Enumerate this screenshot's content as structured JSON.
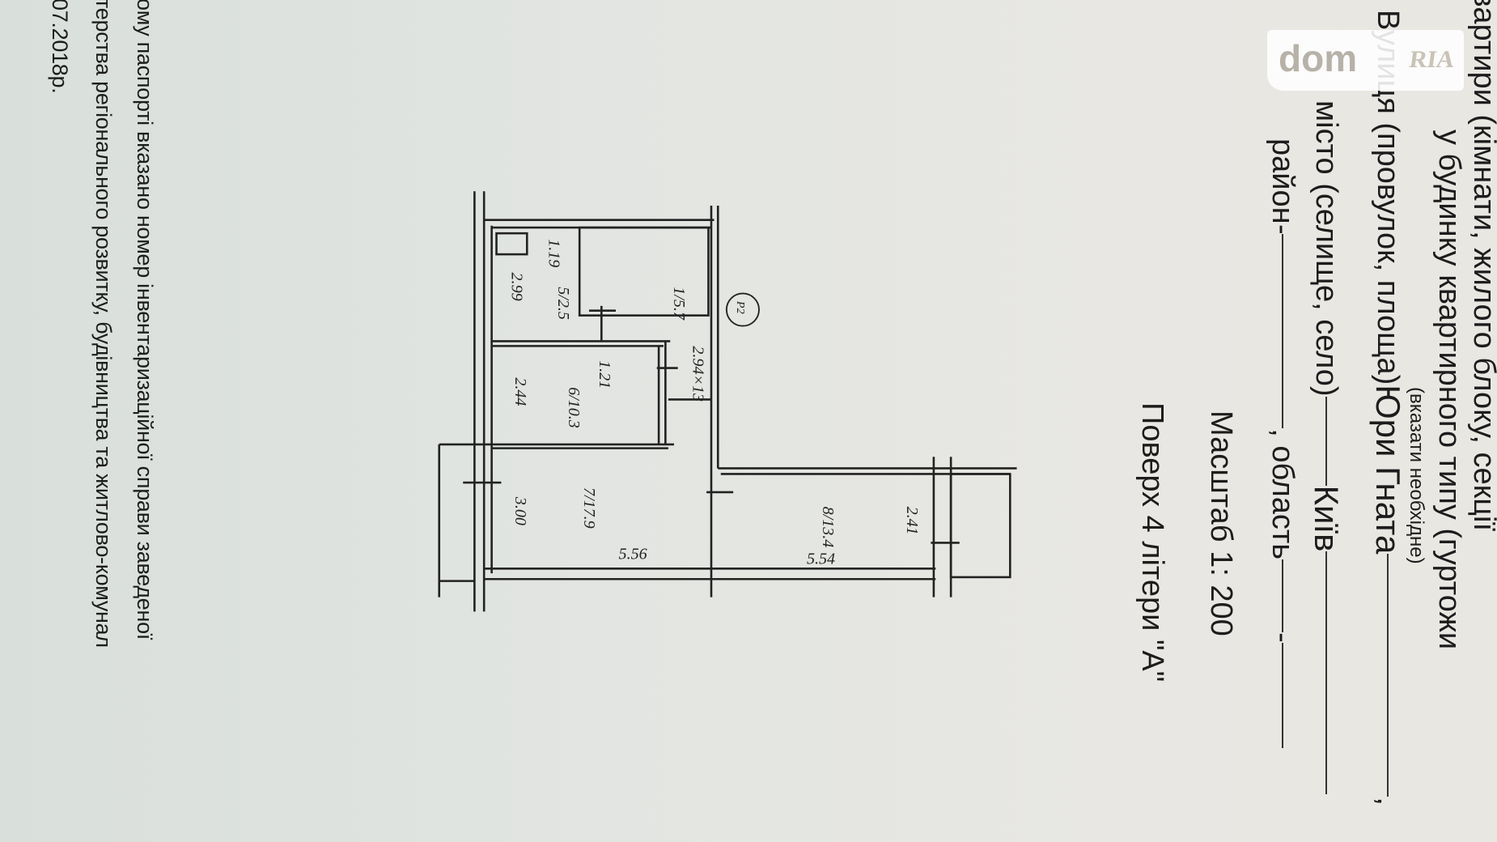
{
  "header": {
    "title_line1": "квартири (кімнати, жилого блоку, секції",
    "title_line2": "у будинку квартирного типу (гуртожи",
    "hint": "(вказати необхідне)"
  },
  "address": {
    "street_label": "Вулиця (провулок, площа)",
    "street_value": "Юри Гната",
    "city_label": "місто (селище, село)",
    "city_value": "Київ",
    "district_label": "район",
    "district_value": "-",
    "region_label": ", область",
    "region_value": "-"
  },
  "plan": {
    "scale": "Масштаб 1: 200",
    "floor": "Поверх 4 літери \"А\"",
    "labels": {
      "r5_dim": "2.99",
      "r5_w": "1.19",
      "r5": "5/2.5",
      "r1": "1/5.7",
      "corridor": "2.94×13",
      "marker": "Р2",
      "r6_w": "1.21",
      "r6_dim": "2.44",
      "r6": "6/10.3",
      "r7_dim": "3.00",
      "r7": "7/17.9",
      "r7_len": "5.56",
      "r8": "8/13.4",
      "r8_len": "5.54",
      "r8_dim": "2.41"
    }
  },
  "footer": {
    "line1": "ому паспорті вказано номер інвентаризаційної справи заведеної",
    "line2": "терства регіонального розвитку, будівництва та житлово-комунал",
    "line3": "07.2018р."
  },
  "watermark": {
    "brand": "dom",
    "brand2": "RIA"
  }
}
